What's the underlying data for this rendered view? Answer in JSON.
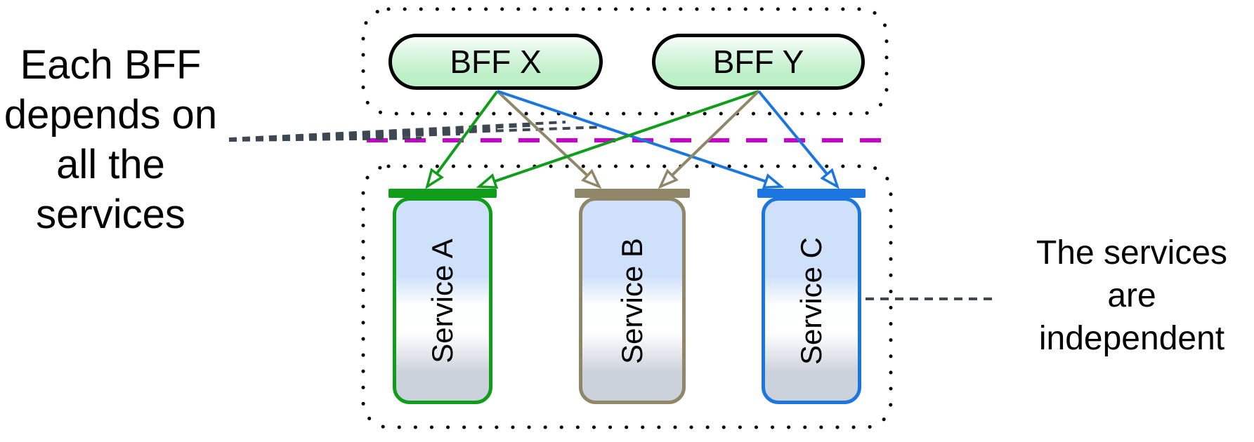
{
  "diagram": {
    "left_note": {
      "lines": [
        "Each BFF",
        "depends on",
        "all the",
        "services"
      ]
    },
    "right_note": {
      "lines": [
        "The services",
        "are",
        "independent"
      ]
    },
    "bffs": [
      {
        "label": "BFF X"
      },
      {
        "label": "BFF Y"
      }
    ],
    "services": [
      {
        "label": "Service A",
        "color": "#0f9d1a"
      },
      {
        "label": "Service B",
        "color": "#8f8768"
      },
      {
        "label": "Service C",
        "color": "#1b76e0"
      }
    ],
    "colors": {
      "service_a": "#0f9d1a",
      "service_b": "#8f8768",
      "service_c": "#1b76e0",
      "separator": "#cc00cc",
      "leader": "#3d4852",
      "container_border": "#000000",
      "bff_fill": "#bef0c8",
      "service_fill_top": "#cfe1fa",
      "service_fill_bottom": "#ccd2db"
    }
  }
}
